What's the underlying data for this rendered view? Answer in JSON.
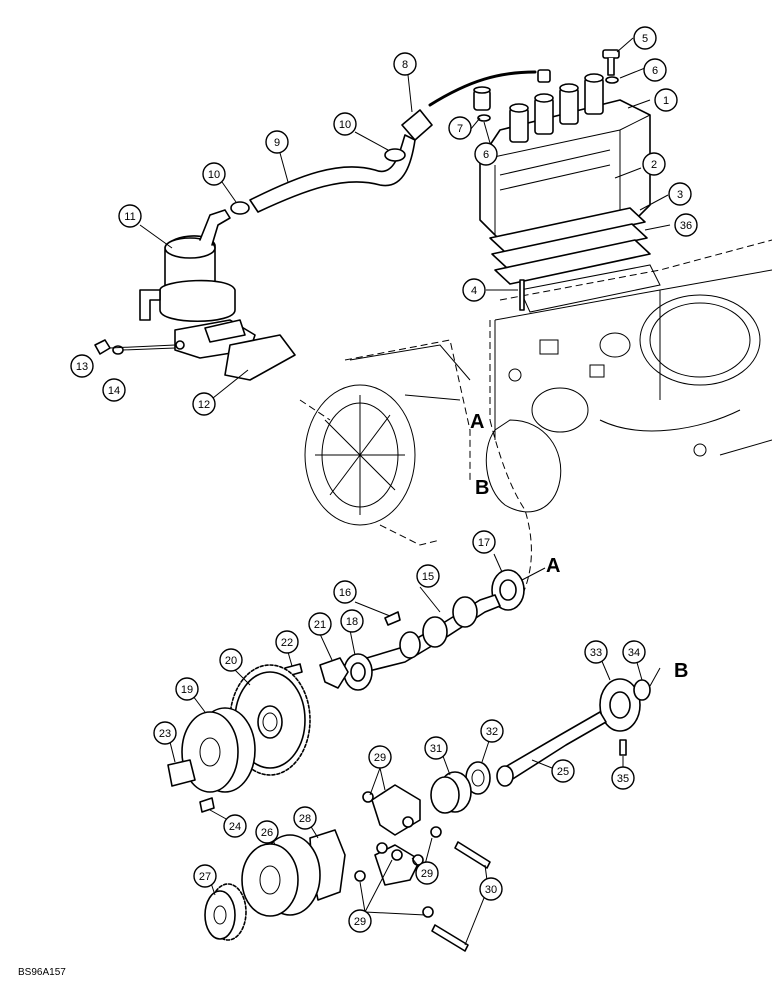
{
  "diagram_code": "BS96A157",
  "section_letters": [
    "A",
    "B",
    "A",
    "B"
  ],
  "callouts": [
    "1",
    "2",
    "3",
    "36",
    "4",
    "5",
    "6",
    "6",
    "7",
    "8",
    "9",
    "10",
    "10",
    "11",
    "12",
    "13",
    "14",
    "15",
    "16",
    "17",
    "18",
    "19",
    "20",
    "21",
    "22",
    "23",
    "24",
    "25",
    "26",
    "27",
    "28",
    "29",
    "29",
    "29",
    "30",
    "31",
    "32",
    "33",
    "34",
    "35"
  ]
}
